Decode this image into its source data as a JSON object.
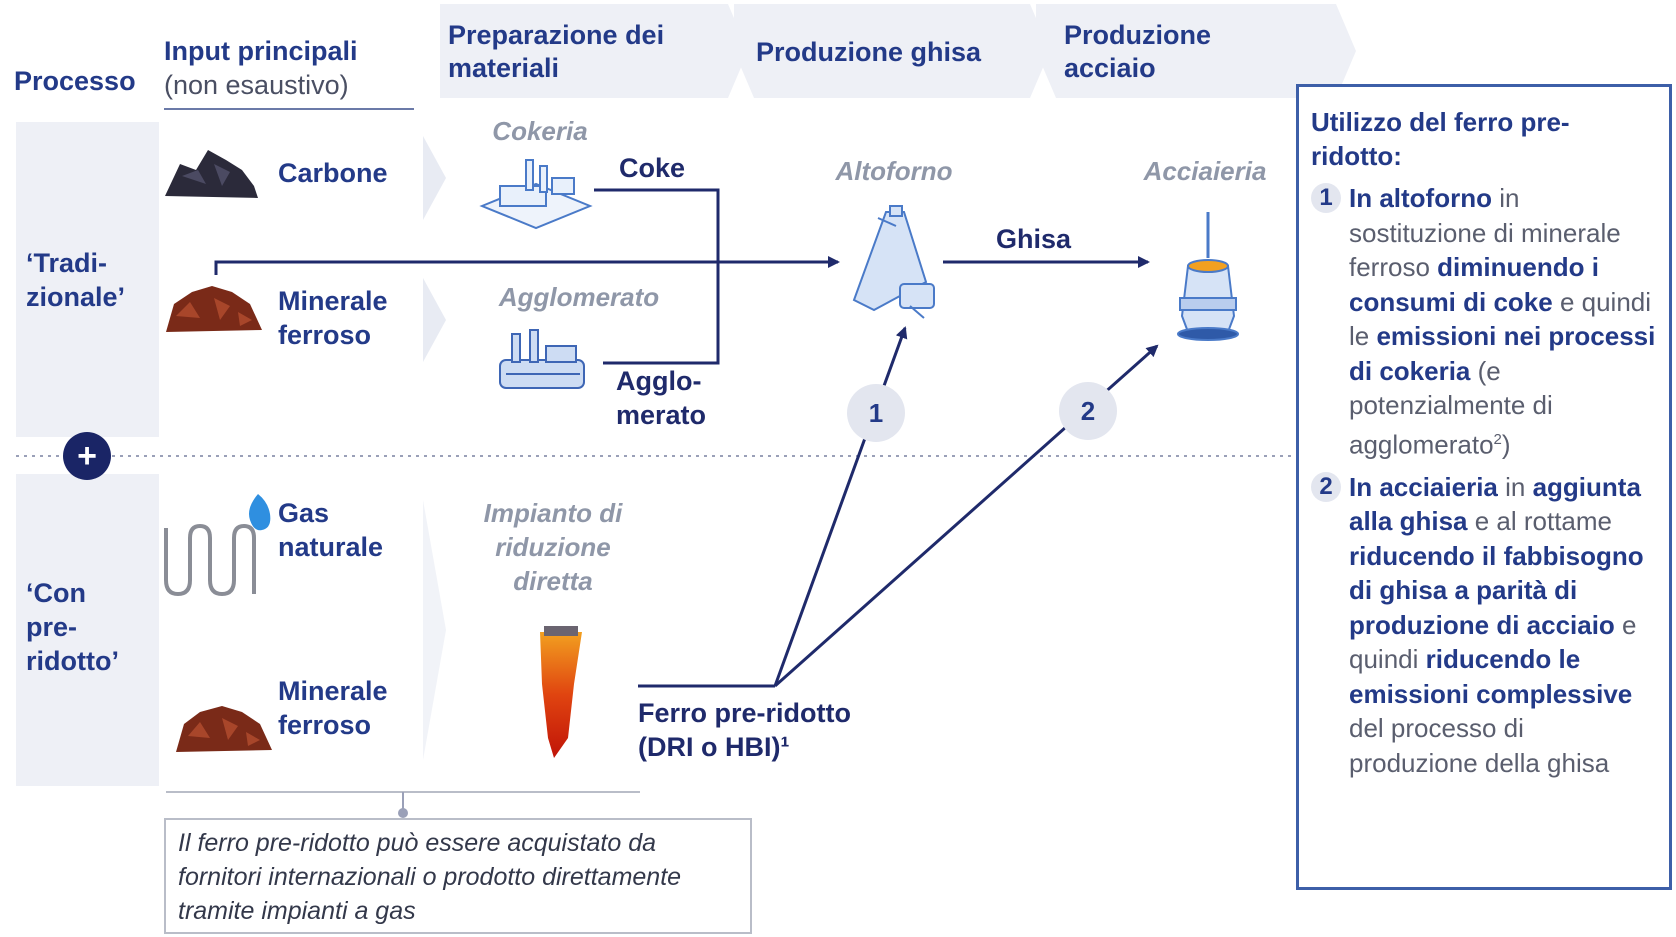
{
  "headers": {
    "process": "Processo",
    "input_title": "Input principali",
    "input_subtitle": "(non esaustivo)",
    "stage1": "Preparazione dei materiali",
    "stage2": "Produzione ghisa",
    "stage3": "Produzione acciaio"
  },
  "rows": {
    "traditional": "‘Tradi- zionale’",
    "preReduced": "‘Con pre- ridotto’"
  },
  "inputs": {
    "carbone": "Carbone",
    "minerale1": "Minerale ferroso",
    "gas": "Gas naturale",
    "minerale2": "Minerale ferroso"
  },
  "plants": {
    "cokeria": "Cokeria",
    "agglomerato": "Agglomerato",
    "riduzione": "Impianto di riduzione diretta",
    "altoforno": "Altoforno",
    "acciaieria": "Acciaieria"
  },
  "flows": {
    "coke": "Coke",
    "agglo": "Agglo- merato",
    "ghisa": "Ghisa",
    "ferro": "Ferro pre-ridotto (DRI o HBI)¹"
  },
  "markers": {
    "plus": "+",
    "one": "1",
    "two": "2"
  },
  "note": "Il ferro pre-ridotto può essere acquistato da fornitori internazionali o prodotto direttamente tramite impianti a gas",
  "sidebox": {
    "title": "Utilizzo del ferro pre-ridotto:",
    "item1": {
      "num": "1",
      "b1": "In altoforno",
      "t1": " in sostituzione di minerale ferroso ",
      "b2": "diminuendo i consumi di coke",
      "t2": " e quindi le ",
      "b3": "emissioni nei processi di cokeria",
      "t3": " (e potenzialmente di agglomerato",
      "sup": "2",
      "t4": ")"
    },
    "item2": {
      "num": "2",
      "b1": "In acciaieria",
      "t1": " in ",
      "b2": "aggiunta alla ghisa",
      "t2": " e al rottame ",
      "b3": "riducendo il fabbisogno di ghisa a parità di produzione di acciaio",
      "t3": " e quindi ",
      "b4": "riducendo le emissioni complessive",
      "t4": " del processo di produzione della ghisa"
    }
  },
  "colors": {
    "navy": "#1f2a6b",
    "accent": "#233a88",
    "box": "#3d5fa8",
    "panel": "#eef0f6",
    "grey": "#8f97a8"
  },
  "icons": [
    "coal-icon",
    "iron-ore-icon",
    "gas-pipe-icon",
    "flame-icon",
    "coke-plant-icon",
    "sinter-plant-icon",
    "dri-reactor-icon",
    "blast-furnace-icon",
    "steel-converter-icon",
    "plus-icon"
  ]
}
